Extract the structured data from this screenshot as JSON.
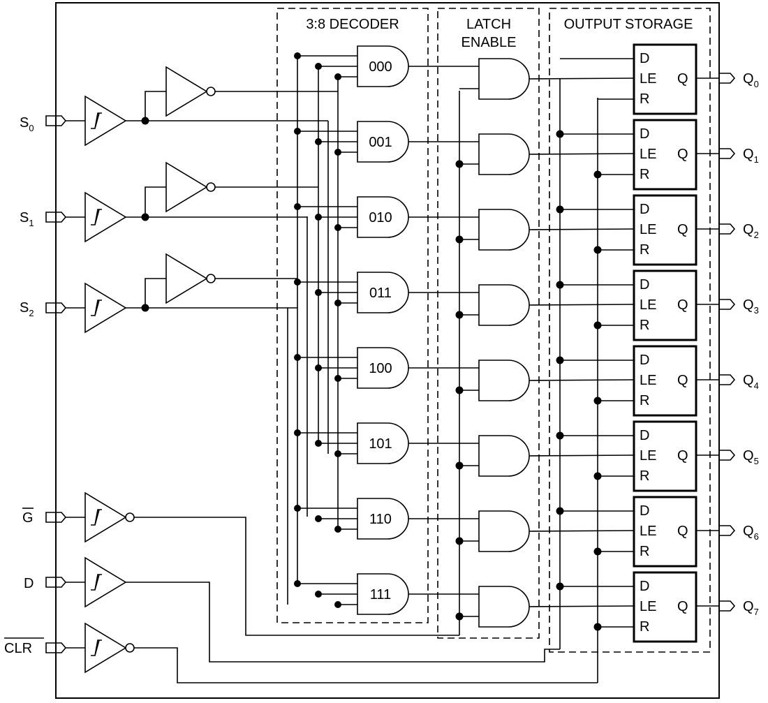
{
  "inputs": {
    "s0": {
      "name": "S",
      "sub": "0"
    },
    "s1": {
      "name": "S",
      "sub": "1"
    },
    "s2": {
      "name": "S",
      "sub": "2"
    },
    "g": "G",
    "d": "D",
    "clr": "CLR"
  },
  "sections": {
    "decoder": "3:8 DECODER",
    "latch_line1": "LATCH",
    "latch_line2": "ENABLE",
    "storage": "OUTPUT STORAGE"
  },
  "decoder_codes": [
    "000",
    "001",
    "010",
    "011",
    "100",
    "101",
    "110",
    "111"
  ],
  "latch_pins": {
    "d": "D",
    "le": "LE",
    "r": "R",
    "q": "Q"
  },
  "outputs": [
    {
      "name": "Q",
      "sub": "0"
    },
    {
      "name": "Q",
      "sub": "1"
    },
    {
      "name": "Q",
      "sub": "2"
    },
    {
      "name": "Q",
      "sub": "3"
    },
    {
      "name": "Q",
      "sub": "4"
    },
    {
      "name": "Q",
      "sub": "5"
    },
    {
      "name": "Q",
      "sub": "6"
    },
    {
      "name": "Q",
      "sub": "7"
    }
  ]
}
